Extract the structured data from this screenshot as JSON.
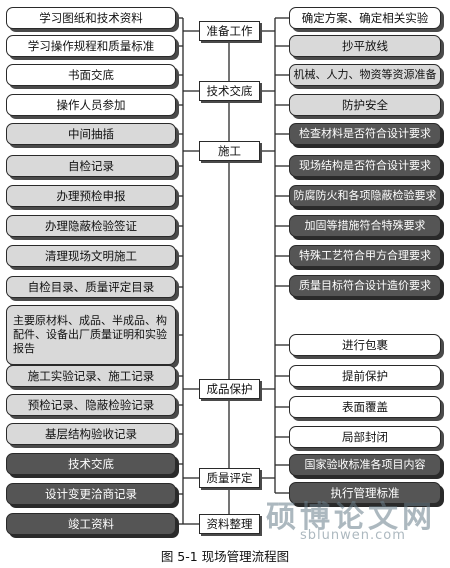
{
  "stages": {
    "prep": "准备工作",
    "tech": "技术交底",
    "construct": "施工",
    "protect": "成品保护",
    "quality": "质量评定",
    "archive": "资料整理"
  },
  "left": [
    "学习图纸和技术资料",
    "学习操作规程和质量标准",
    "书面交底",
    "操作人员参加",
    "中间抽插",
    "自检记录",
    "办理预检申报",
    "办理隐蔽检验签证",
    "清理现场文明施工",
    "自检目录、质量评定目录",
    "主要原材料、成品、半成品、构配件、设备出厂质量证明和实验报告",
    "施工实验记录、施工记录",
    "预检记录、隐蔽检验记录",
    "基层结构验收记录",
    "技术交底",
    "设计变更洽商记录",
    "竣工资料"
  ],
  "right": [
    "确定方案、确定相关实验",
    "抄平放线",
    "机械、人力、物资等资源准备",
    "防护安全",
    "检查材料是否符合设计要求",
    "现场结构是否符合设计要求",
    "防腐防火和各项隐蔽检验要求",
    "加固等措施符合特殊要求",
    "特殊工艺符合甲方合理要求",
    "质量目标符合设计造价要求",
    "进行包裹",
    "提前保护",
    "表面覆盖",
    "局部封闭",
    "国家验收标准各项目内容",
    "执行管理标准"
  ],
  "caption": "图 5-1 现场管理流程图",
  "watermark": {
    "title": "硕博论文网",
    "url": "sblunwen.com"
  }
}
